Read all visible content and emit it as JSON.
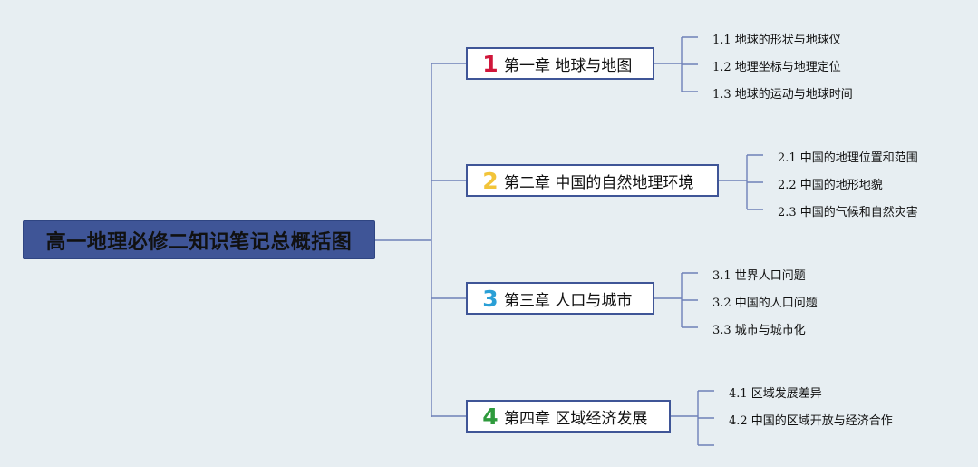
{
  "root": {
    "title": "高一地理必修二知识笔记总概括图"
  },
  "colors": {
    "line": "#6f80b8",
    "root_fill": "#3f5597",
    "chapter_border": "#3f5597",
    "background": "#e7eef2"
  },
  "chapters": [
    {
      "num": "1",
      "num_color": "#d0163a",
      "label": "第一章 地球与地图",
      "sections": [
        "1.1 地球的形状与地球仪",
        "1.2 地理坐标与地理定位",
        "1.3 地球的运动与地球时间"
      ]
    },
    {
      "num": "2",
      "num_color": "#f2c43a",
      "label": "第二章 中国的自然地理环境",
      "sections": [
        "2.1 中国的地理位置和范围",
        "2.2 中国的地形地貌",
        "2.3 中国的气候和自然灾害"
      ]
    },
    {
      "num": "3",
      "num_color": "#2a9fd6",
      "label": "第三章 人口与城市",
      "sections": [
        "3.1 世界人口问题",
        "3.2 中国的人口问题",
        "3.3 城市与城市化"
      ]
    },
    {
      "num": "4",
      "num_color": "#2e9a3c",
      "label": "第四章 区域经济发展",
      "sections": [
        "4.1 区域发展差异",
        "4.2 中国的区域开放与经济合作",
        ""
      ]
    }
  ]
}
